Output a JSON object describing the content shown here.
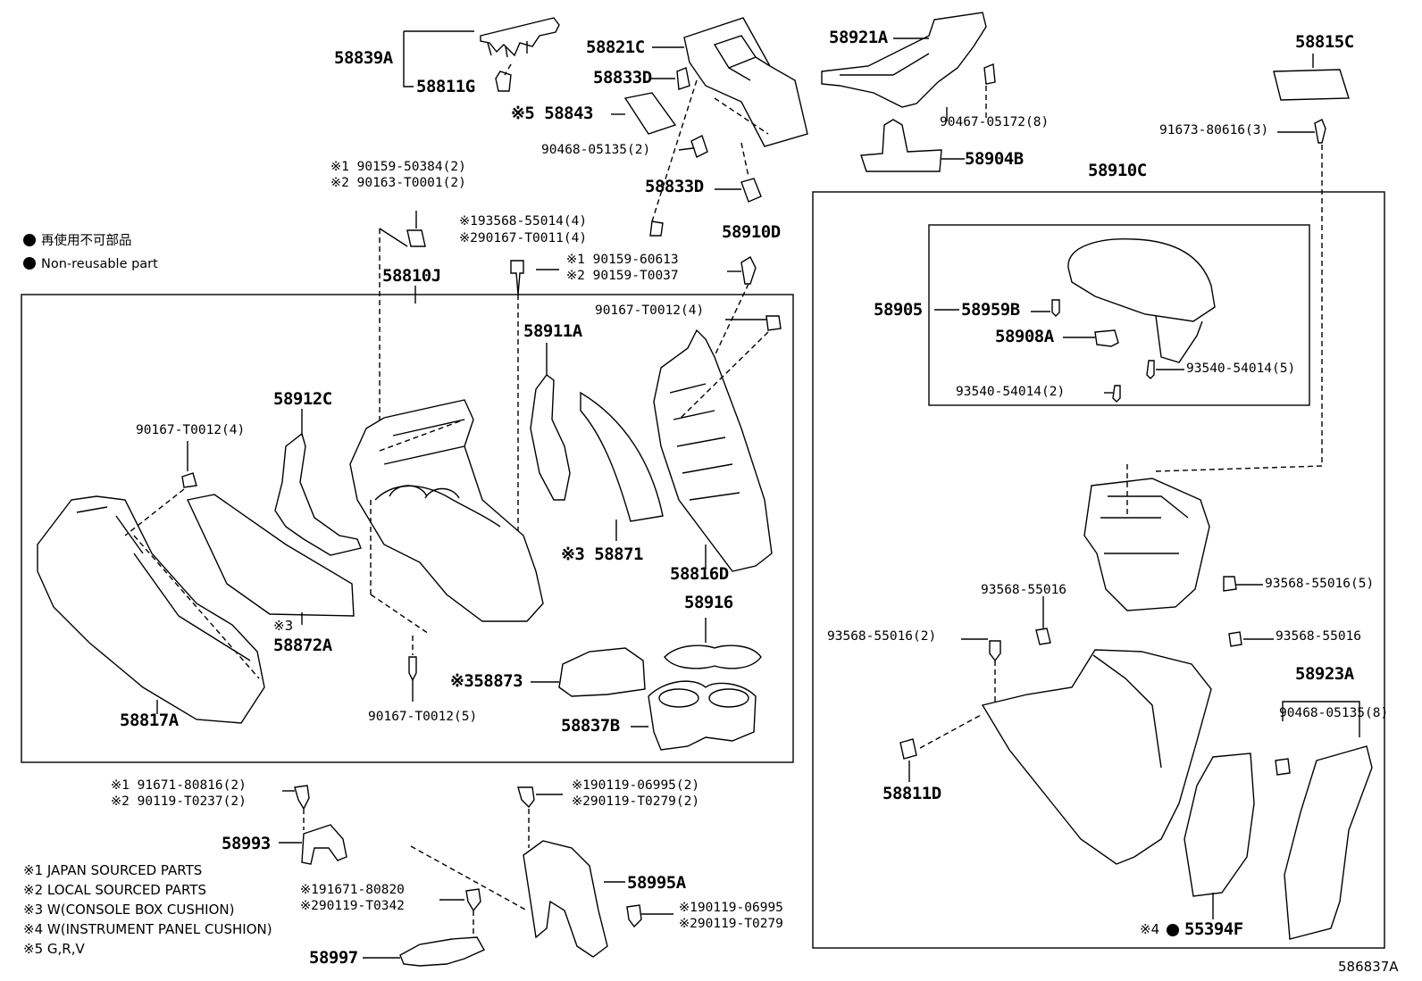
{
  "labels": {
    "p58839A": "58839A",
    "p58811G": "58811G",
    "p58821C": "58821C",
    "p58833D_top": "58833D",
    "p58843": "※5 58843",
    "p90468_05135_2": "90468-05135(2)",
    "p58833D_bot": "58833D",
    "p58921A": "58921A",
    "p90467_05172_8": "90467-05172(8)",
    "p58904B": "58904B",
    "p58815C": "58815C",
    "p91673_80616_3": "91673-80616(3)",
    "p58910C": "58910C",
    "screw_a_1": "※1 90159-50384(2)",
    "screw_a_2": "※2 90163-T0001(2)",
    "screw_b_1": "※193568-55014(4)",
    "screw_b_2": "※290167-T0011(4)",
    "screw_c_1": "※1 90159-60613",
    "screw_c_2": "※2 90159-T0037",
    "p58910D": "58910D",
    "p58810J": "58810J",
    "p90167_T0012_4_right": "90167-T0012(4)",
    "p58911A": "58911A",
    "p58912C": "58912C",
    "p90167_T0012_4_left": "90167-T0012(4)",
    "p58871": "※3 58871",
    "p58816D": "58816D",
    "p58916": "58916",
    "p58872A": "58872A",
    "p58872A_note": "※3",
    "p58873": "※358873",
    "p58817A": "58817A",
    "p90167_T0012_5": "90167-T0012(5)",
    "p58837B": "58837B",
    "p58905": "58905",
    "p58959B": "58959B",
    "p58908A": "58908A",
    "p93540_54014_5": "93540-54014(5)",
    "p93540_54014_2": "93540-54014(2)",
    "p93568_55016_5": "93568-55016(5)",
    "p93568_55016": "93568-55016",
    "p93568_55016_2": "93568-55016(2)",
    "p93568_55016_r": "93568-55016",
    "p58923A": "58923A",
    "p90468_05135_8": "90468-05135(8)",
    "p58811D": "58811D",
    "p55394F": "55394F",
    "p55394F_note": "※4",
    "b_91671_80816_1": "※1 91671-80816(2)",
    "b_90119_T0237_2": "※2 90119-T0237(2)",
    "p58993": "58993",
    "b_90119_06995_1": "※190119-06995(2)",
    "b_90119_T0279_2": "※290119-T0279(2)",
    "p58995A": "58995A",
    "b_91671_80820_1": "※191671-80820",
    "b_90119_T0342_2": "※290119-T0342",
    "b_90119_06995_s1": "※190119-06995",
    "b_90119_T0279_s2": "※290119-T0279",
    "p58997": "58997"
  },
  "legend": {
    "jp": "再使用不可部品",
    "en": "Non-reusable part"
  },
  "notes": [
    "※1 JAPAN SOURCED PARTS",
    "※2 LOCAL SOURCED PARTS",
    "※3 W(CONSOLE BOX CUSHION)",
    "※4 W(INSTRUMENT PANEL CUSHION)",
    "※5 G,R,V"
  ],
  "diagram_ref": "586837A"
}
